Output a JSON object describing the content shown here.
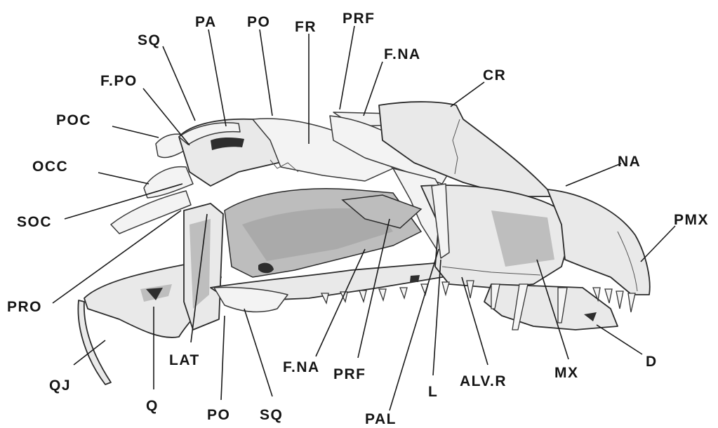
{
  "labels": {
    "sq_top": "SQ",
    "pa": "PA",
    "po_top": "PO",
    "fr": "FR",
    "prf_top": "PRF",
    "fna_top": "F.NA",
    "cr": "CR",
    "fpo": "F.PO",
    "poc": "POC",
    "occ": "OCC",
    "soc": "SOC",
    "na": "NA",
    "pmx": "PMX",
    "pro": "PRO",
    "qj": "QJ",
    "q": "Q",
    "lat": "LAT",
    "po_bottom": "PO",
    "sq_bottom": "SQ",
    "fna_bottom": "F.NA",
    "prf_bottom": "PRF",
    "pal": "PAL",
    "l": "L",
    "alvr": "ALV.R",
    "mx": "MX",
    "d": "D"
  }
}
